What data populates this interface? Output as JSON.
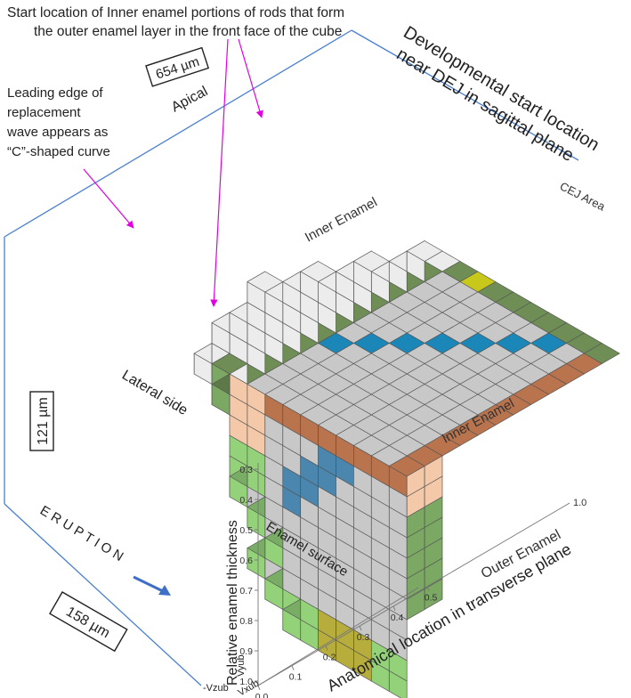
{
  "annotations": {
    "start_location_line1": "Start location of Inner enamel portions of rods that form",
    "start_location_line2": "the outer enamel layer in the front face of the cube",
    "leading_edge_line1": "Leading edge of",
    "leading_edge_line2": "replacement",
    "leading_edge_line3": "wave appears as",
    "leading_edge_line4": "“C”-shaped curve",
    "dev_start_line1": "Developmental start location",
    "dev_start_line2": "near DEJ in sagittal plane",
    "cej_area": "CEJ Area",
    "inner_enamel_top": "Inner Enamel",
    "inner_enamel_front": "Inner Enamel",
    "outer_enamel": "Outer Enamel",
    "apical": "Apical",
    "lateral_side": "Lateral side",
    "eruption": "E R U P T I O N",
    "enamel_surface": "Enamel surface"
  },
  "dimensions": {
    "depth": "654 µm",
    "height": "121 µm",
    "width": "158 µm"
  },
  "axes": {
    "thickness_label": "Relative enamel thickness",
    "thickness_ticks": [
      "0.3",
      "0.4",
      "0.5",
      "0.6",
      "0.7",
      "0.8",
      "0.9",
      "1.0"
    ],
    "transverse_label": "Anatomical location in transverse plane",
    "transverse_ticks": [
      "0.0",
      "0.1",
      "0.2",
      "0.3",
      "0.4",
      "0.5"
    ],
    "transverse_end_tick": "1.0",
    "small_label_a": "Vyub",
    "small_label_b": "-Vzub",
    "small_label_c": "Vxub"
  },
  "colors": {
    "light_gray": "#ececec",
    "inner_gray": "#c8c8c8",
    "dark_green": "#6f8e55",
    "light_green": "#94d27a",
    "mid_green": "#7ba862",
    "blue": "#1b86b8",
    "blue_front": "#4a86ad",
    "yellow": "#c8c81a",
    "olive": "#b7ad3c",
    "rust": "#b9744e",
    "peach": "#f4c9aa",
    "callout": "#e100e1",
    "frame": "#4a7fd0",
    "arrow": "#3e6fc4"
  }
}
